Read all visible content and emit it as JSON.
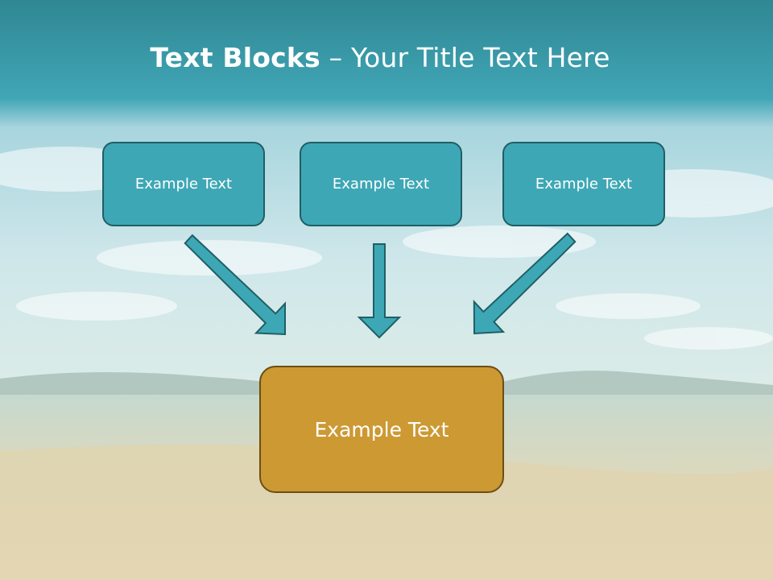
{
  "title": {
    "bold": "Text Blocks",
    "rest": " – Your Title Text Here"
  },
  "blocks": {
    "top": [
      "Example Text",
      "Example Text",
      "Example Text"
    ],
    "bottom": "Example Text"
  },
  "colors": {
    "teal": "#3ea7b5",
    "teal_border": "#1f5f66",
    "gold": "#cc9933",
    "gold_border": "#6b4f12"
  }
}
